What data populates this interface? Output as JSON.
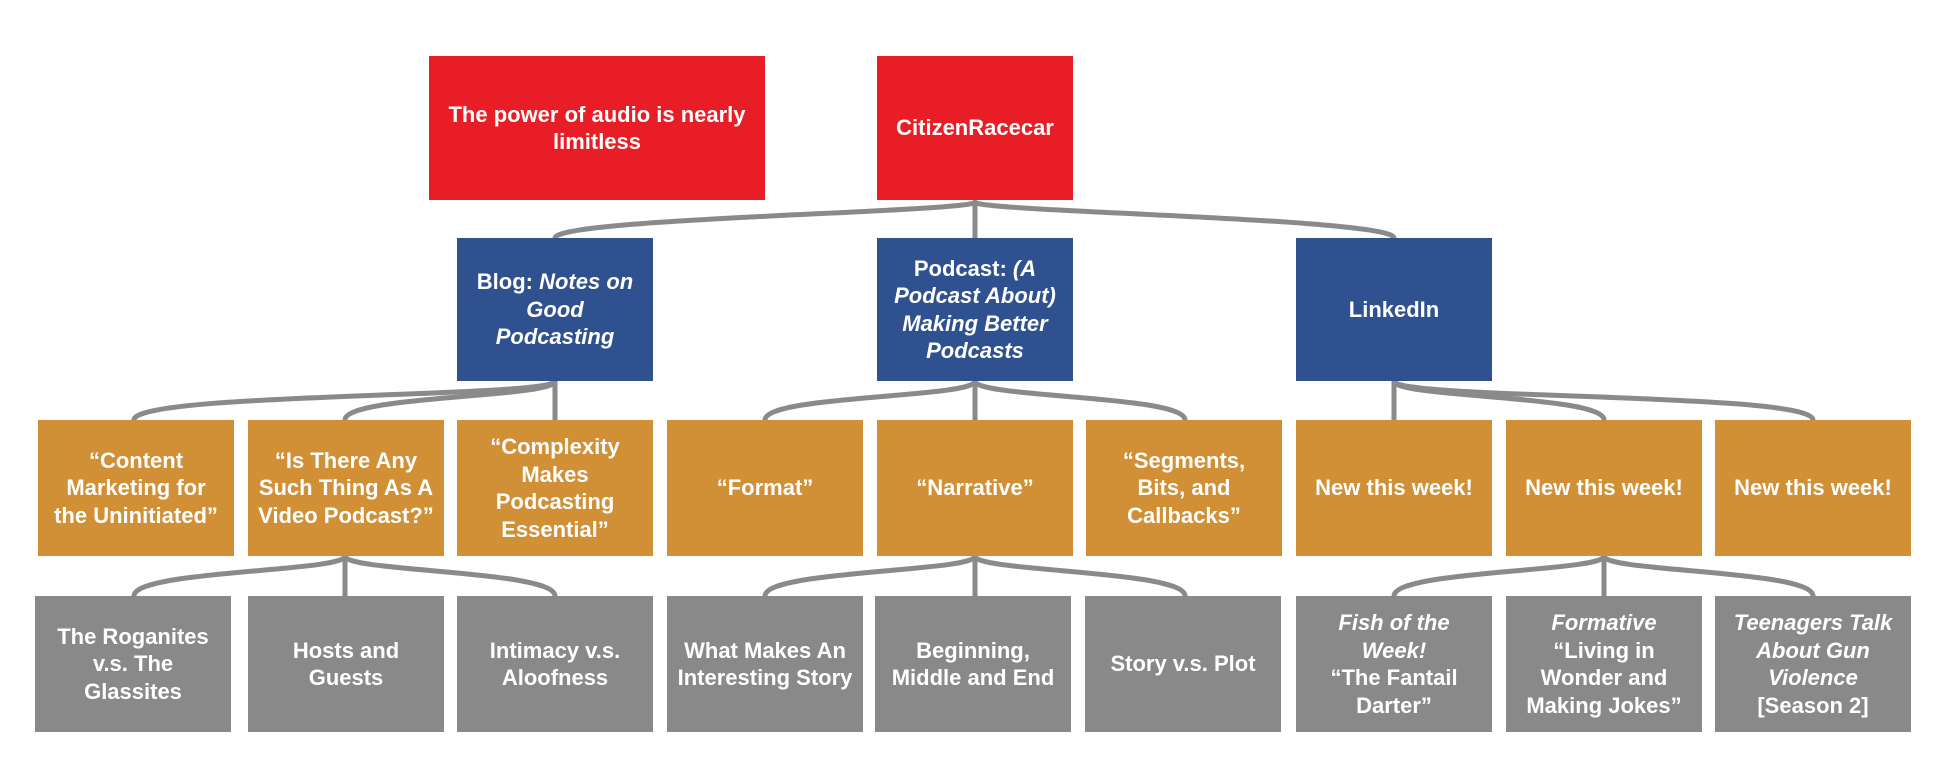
{
  "colors": {
    "red": "#e81d25",
    "blue": "#2f5190",
    "orange": "#d19036",
    "gray": "#898989",
    "connector": "#8a8a8a"
  },
  "nodes": {
    "tagline": {
      "text": "The power of audio is nearly limitless"
    },
    "root": {
      "text": "CitizenRacecar"
    },
    "blog": {
      "prefix": "Blog: ",
      "title": "Notes on Good Podcasting"
    },
    "podcast": {
      "prefix": "Podcast: ",
      "title": "(A Podcast About) Making Better Podcasts"
    },
    "linkedin": {
      "text": "LinkedIn"
    },
    "content_marketing": {
      "text": "“Content Marketing for the Uninitiated”"
    },
    "video_podcast": {
      "text": "“Is There Any Such Thing As A Video Podcast?”"
    },
    "complexity": {
      "text": "“Complexity Makes Podcasting Essential”"
    },
    "format": {
      "text": "“Format”"
    },
    "narrative": {
      "text": "“Narrative”"
    },
    "segments": {
      "text": "“Segments, Bits, and Callbacks”"
    },
    "new1": {
      "text": "New this week!"
    },
    "new2": {
      "text": "New this week!"
    },
    "new3": {
      "text": "New this week!"
    },
    "roganites": {
      "text": "The Roganites v.s. The Glassites"
    },
    "hosts": {
      "text": "Hosts and Guests"
    },
    "intimacy": {
      "text": "Intimacy v.s. Aloofness"
    },
    "interesting_story": {
      "text": "What Makes An Interesting Story"
    },
    "beginning": {
      "text": "Beginning, Middle and End"
    },
    "story_plot": {
      "text": "Story v.s. Plot"
    },
    "fish": {
      "show": "Fish of the Week!",
      "episode": "“The Fantail Darter”"
    },
    "formative": {
      "show": "Formative",
      "episode": "“Living in Wonder and Making Jokes”"
    },
    "teenagers": {
      "show": "Teenagers Talk About Gun Violence",
      "episode": "[Season 2]"
    }
  }
}
